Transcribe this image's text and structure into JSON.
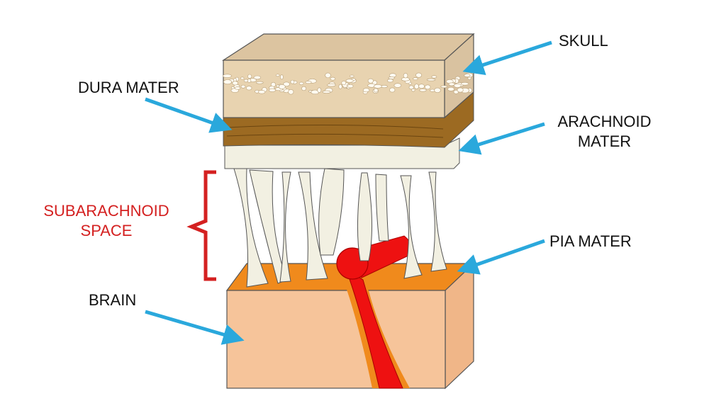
{
  "labels": {
    "skull": "SKULL",
    "dura_mater": "DURA MATER",
    "arachnoid_line1": "ARACHNOID",
    "arachnoid_line2": "MATER",
    "subarachnoid_line1": "SUBARACHNOID",
    "subarachnoid_line2": "SPACE",
    "pia_mater": "PIA MATER",
    "brain": "BRAIN"
  },
  "colors": {
    "arrow": "#2aa8dc",
    "bracket": "#d42020",
    "skull": "#e8d3b0",
    "dura": "#9c6a22",
    "arachnoid": "#f2f0e2",
    "pia": "#f08a1c",
    "brain": "#f6c49a",
    "vessel": "#ee1111"
  }
}
